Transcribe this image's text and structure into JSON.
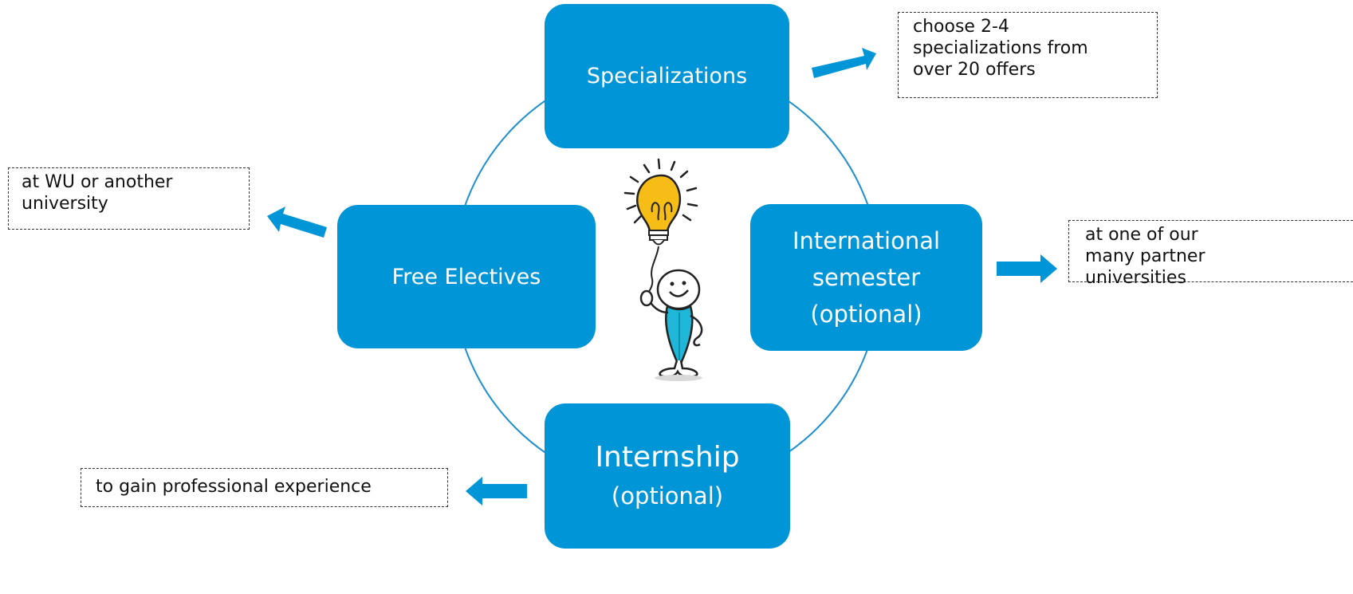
{
  "colors": {
    "box": "#0095d6",
    "connector": "#1f8fcf",
    "arrow": "#0095d6",
    "note_border": "#333333"
  },
  "center_image": {
    "icon": "stick-figure-holding-lightbulb-icon"
  },
  "nodes": {
    "specializations": {
      "label": "Specializations"
    },
    "free_electives": {
      "label": "Free Electives"
    },
    "international": {
      "line1": "International",
      "line2": "semester",
      "line3": "(optional)"
    },
    "internship": {
      "line1": "Internship",
      "line2": "(optional)"
    }
  },
  "notes": {
    "specializations": {
      "line1": "choose 2-4",
      "line2": "specializations from",
      "line3": "over 20 offers"
    },
    "free_electives": {
      "line1": "at WU or another",
      "line2": "university"
    },
    "international": {
      "line1": "at one of our",
      "line2": "many partner",
      "line3": "universities"
    },
    "internship": {
      "line1": "to gain professional experience"
    }
  }
}
